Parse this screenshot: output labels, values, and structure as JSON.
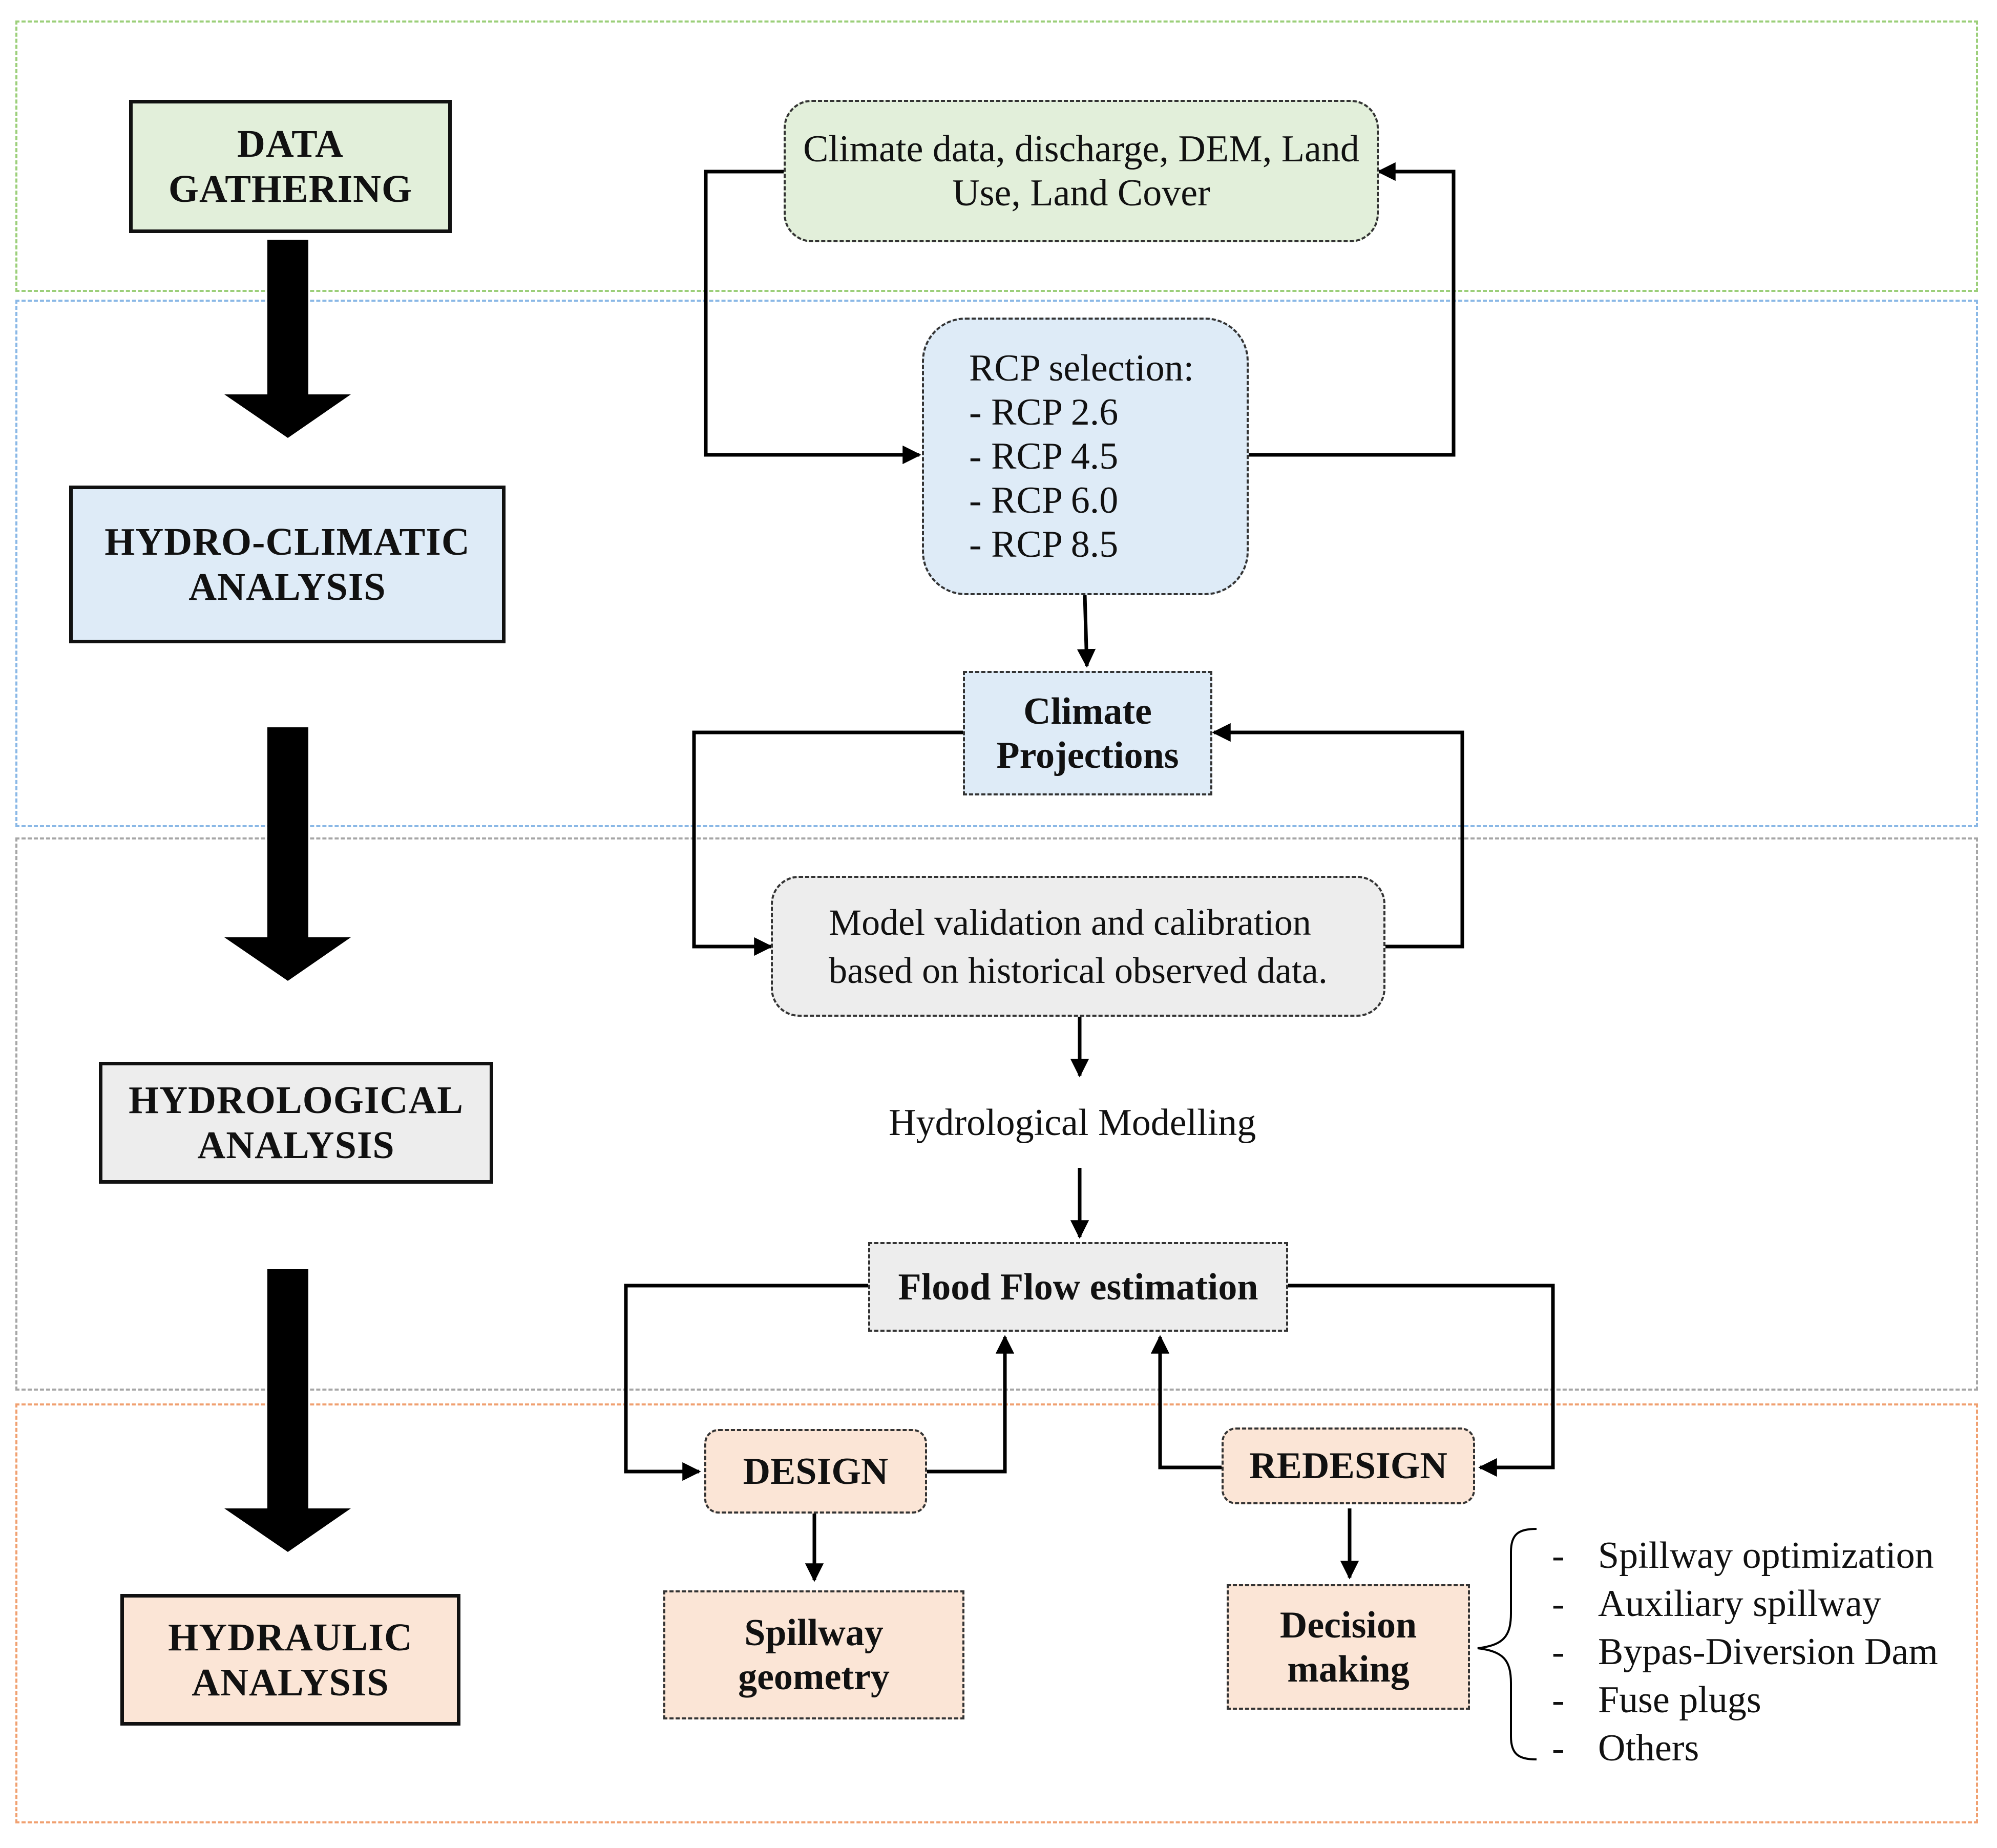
{
  "stages": {
    "data_gathering": "DATA\nGATHERING",
    "hydro_climatic": "HYDRO-CLIMATIC\nANALYSIS",
    "hydrological": "HYDROLOGICAL\nANALYSIS",
    "hydraulic": "HYDRAULIC\nANALYSIS"
  },
  "nodes": {
    "climate_data": "Climate data, discharge, DEM, Land\nUse, Land Cover",
    "rcp_selection": {
      "title": "RCP selection:",
      "items": [
        "- RCP 2.6",
        "- RCP 4.5",
        "- RCP 6.0",
        "- RCP 8.5"
      ]
    },
    "climate_projections": "Climate\nProjections",
    "model_validation": "Model validation and calibration\nbased on historical observed data.",
    "hydrological_modelling": "Hydrological Modelling",
    "flood_flow": "Flood Flow estimation",
    "design": "DESIGN",
    "redesign": "REDESIGN",
    "spillway_geometry": "Spillway\ngeometry",
    "decision_making": "Decision\nmaking"
  },
  "decision_options": [
    {
      "dash": "-",
      "label": "Spillway optimization"
    },
    {
      "dash": "-",
      "label": "Auxiliary spillway"
    },
    {
      "dash": "-",
      "label": "Bypas-Diversion Dam"
    },
    {
      "dash": "-",
      "label": "Fuse plugs"
    },
    {
      "dash": "-",
      "label": "Others"
    }
  ],
  "colors": {
    "green_fill": "#e2efda",
    "blue_fill": "#deebf7",
    "gray_fill": "#ededed",
    "peach_fill": "#fbe5d6",
    "green_border": "#70ad47",
    "blue_border": "#5b9bd5",
    "gray_border": "#7f7f7f",
    "orange_border": "#ed7d31"
  }
}
